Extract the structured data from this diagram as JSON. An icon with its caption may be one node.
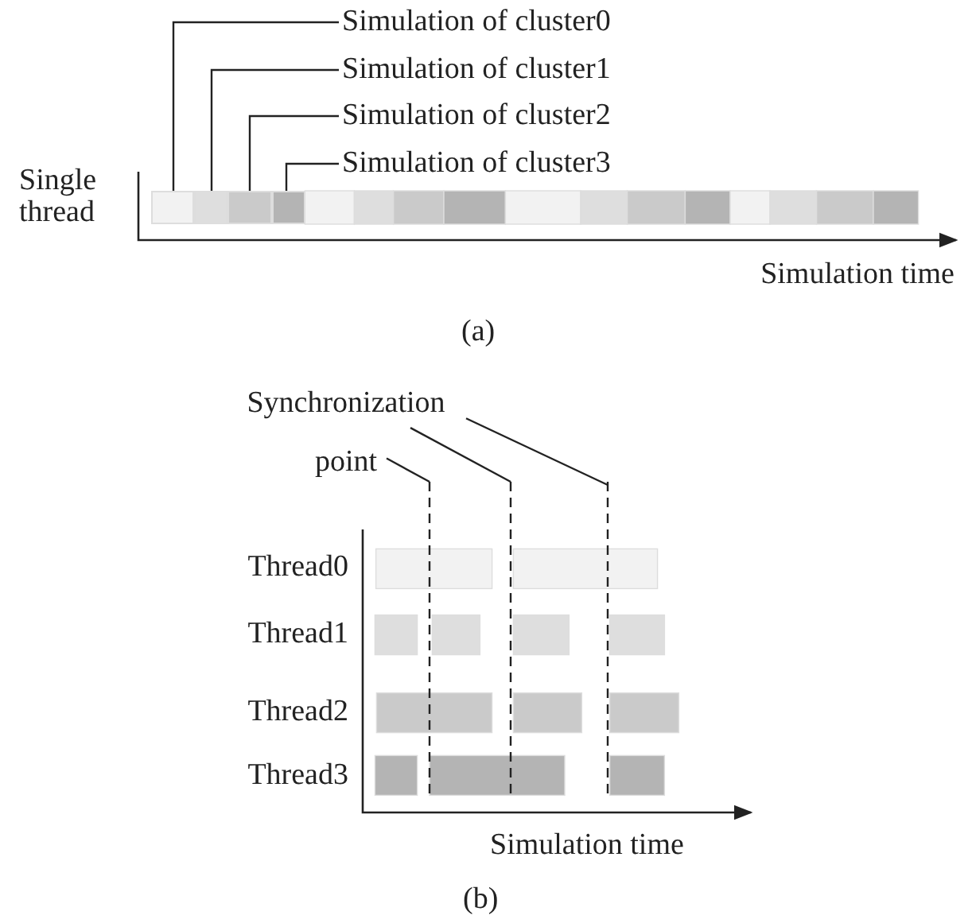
{
  "diagram": {
    "nodes": [
      {
        "text": [
          "Simulation of cluster0"
        ]
      },
      {
        "text": [
          "Simulation of cluster1"
        ]
      },
      {
        "text": [
          "Simulation of cluster2"
        ]
      },
      {
        "text": [
          "Simulation of cluster3"
        ]
      },
      {
        "text": [],
        "shape": "bar"
      },
      {
        "text": [],
        "shape": "bar"
      },
      {
        "text": [],
        "shape": "bar"
      },
      {
        "text": [],
        "shape": "bar"
      },
      {
        "text": [
          "Synchronization point"
        ]
      }
    ],
    "edges": [
      {
        "from": 0,
        "to": 4,
        "arrow": "none"
      },
      {
        "from": 1,
        "to": 5,
        "arrow": "none"
      },
      {
        "from": 2,
        "to": 6,
        "arrow": "none"
      },
      {
        "from": 3,
        "to": 7,
        "arrow": "none"
      },
      {
        "from": 8,
        "to": null,
        "arrow": "none"
      },
      {
        "from": 8,
        "to": null,
        "arrow": "none"
      },
      {
        "from": 8,
        "to": null,
        "arrow": "none"
      }
    ],
    "labels": [
      "Single thread",
      "Simulation time",
      "(a)",
      "Thread0",
      "Thread1",
      "Thread2",
      "Thread3",
      "Simulation time",
      "(b)"
    ]
  }
}
